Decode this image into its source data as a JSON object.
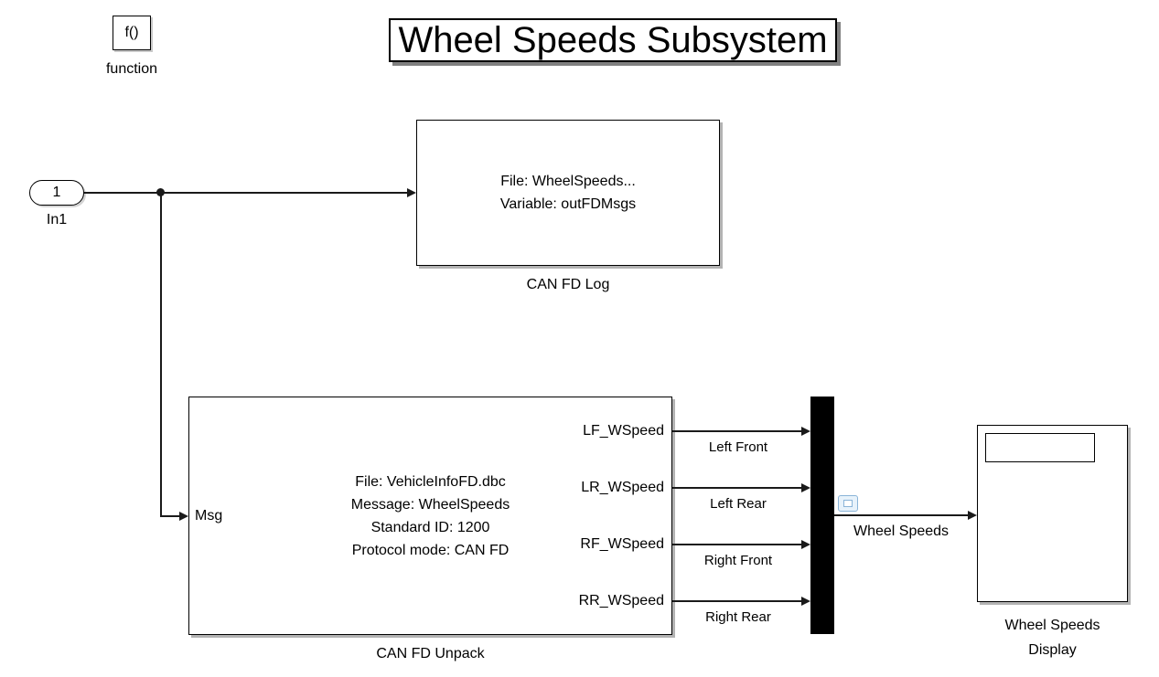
{
  "annotations": {
    "title": "Wheel Speeds Subsystem"
  },
  "blocks": {
    "function": {
      "symbol": "f()",
      "label": "function"
    },
    "inport": {
      "value": "1",
      "label": "In1"
    },
    "can_fd_log": {
      "text_lines": [
        "File: WheelSpeeds...",
        "Variable: outFDMsgs"
      ],
      "label": "CAN FD Log"
    },
    "can_fd_unpack": {
      "text_lines": [
        "File: VehicleInfoFD.dbc",
        "Message: WheelSpeeds",
        "Standard ID: 1200",
        "Protocol mode: CAN FD"
      ],
      "input_port_label": "Msg",
      "output_port_labels": [
        "LF_WSpeed",
        "LR_WSpeed",
        "RF_WSpeed",
        "RR_WSpeed"
      ],
      "label": "CAN FD Unpack"
    },
    "display": {
      "value": "",
      "label_line1": "Wheel Speeds",
      "label_line2": "Display"
    }
  },
  "signals": {
    "names": [
      "Left Front",
      "Left Rear",
      "Right Front",
      "Right Rear"
    ],
    "mux_output": "Wheel Speeds"
  },
  "colors": {
    "wire": "#1a1a1a",
    "block_border": "#000000",
    "block_shadow": "#b3b3b3",
    "badge_blue": "#8ab4d8",
    "badge_fill": "#e7f2fb"
  }
}
